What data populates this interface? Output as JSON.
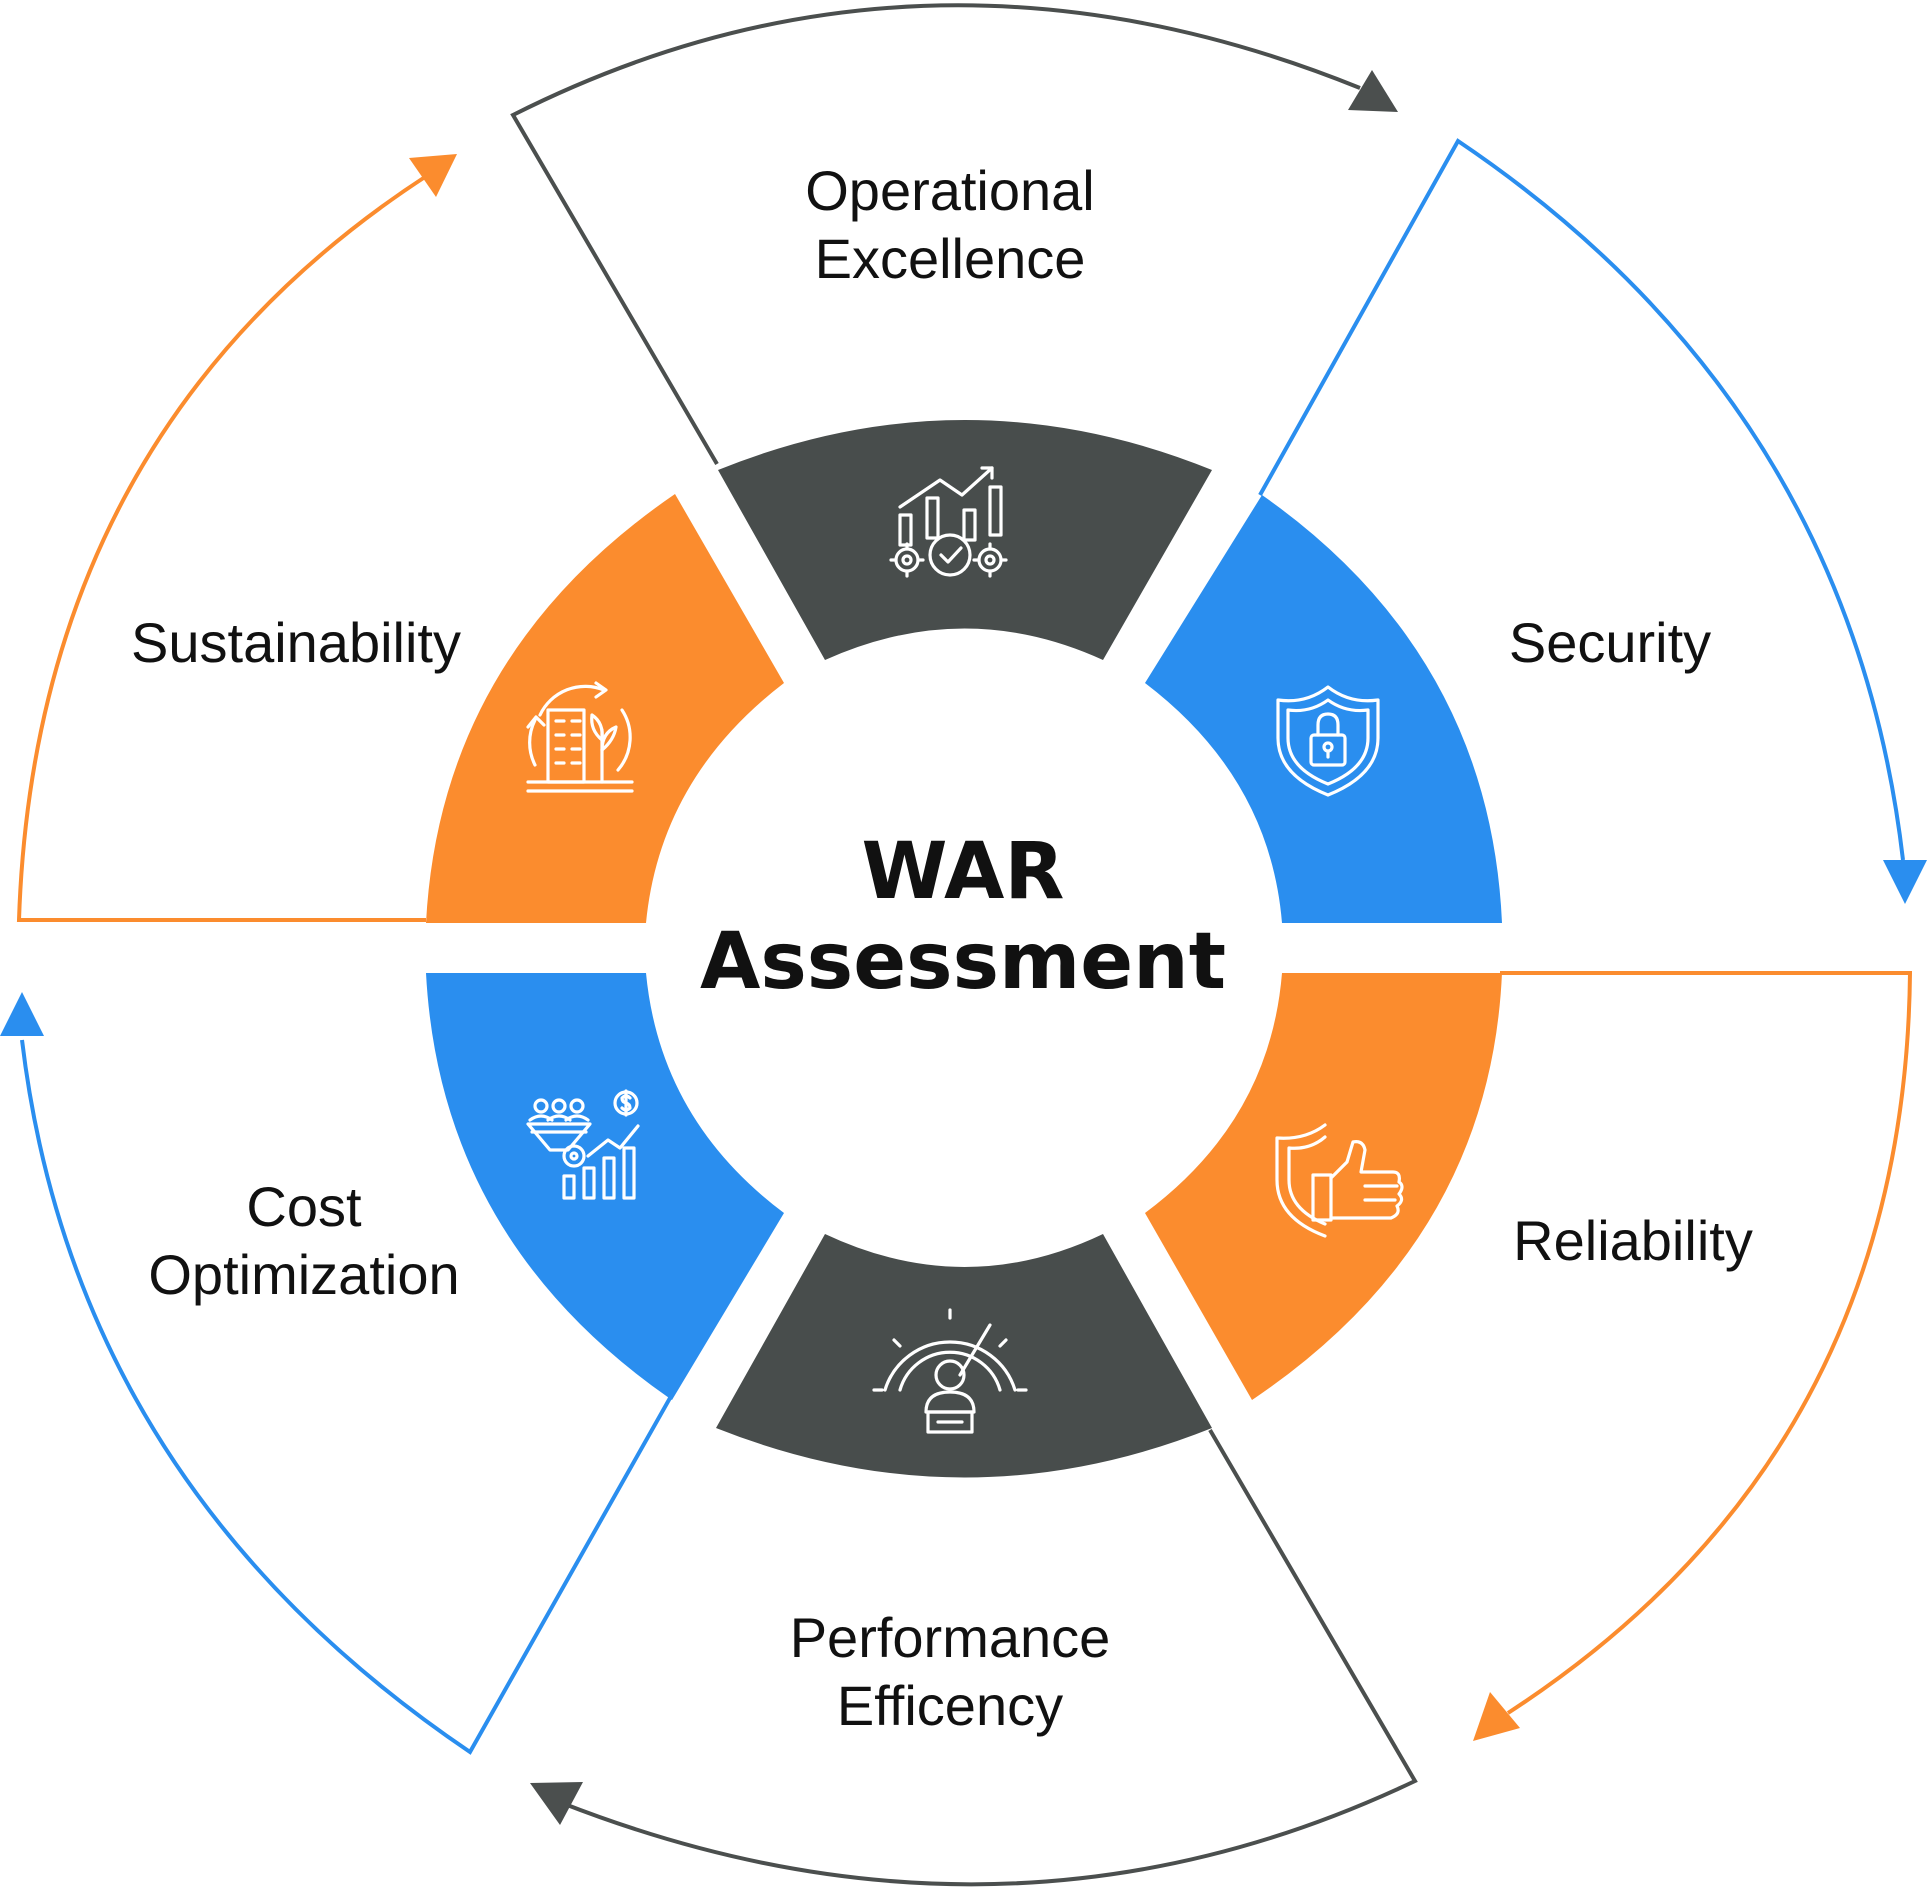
{
  "center": {
    "line1": "WAR",
    "line2": "Assessment"
  },
  "colors": {
    "dark": "#484d4c",
    "blue": "#2a8eef",
    "orange": "#fb8c2e",
    "outline_dark": "#4b4f4e"
  },
  "pillars": [
    {
      "id": "operational-excellence",
      "line1": "Operational",
      "line2": "Excellence",
      "color": "#484d4c",
      "icon": "chart-gears-check-icon"
    },
    {
      "id": "security",
      "line1": "Security",
      "line2": "",
      "color": "#2a8eef",
      "icon": "shield-lock-icon"
    },
    {
      "id": "reliability",
      "line1": "Reliability",
      "line2": "",
      "color": "#fb8c2e",
      "icon": "shield-thumbs-up-icon"
    },
    {
      "id": "performance-efficiency",
      "line1": "Performance",
      "line2": "Efficency",
      "color": "#484d4c",
      "icon": "speedometer-person-icon"
    },
    {
      "id": "cost-optimization",
      "line1": "Cost",
      "line2": "Optimization",
      "color": "#2a8eef",
      "icon": "funnel-dollar-chart-icon"
    },
    {
      "id": "sustainability",
      "line1": "Sustainability",
      "line2": "",
      "color": "#fb8c2e",
      "icon": "building-plant-cycle-icon"
    }
  ]
}
